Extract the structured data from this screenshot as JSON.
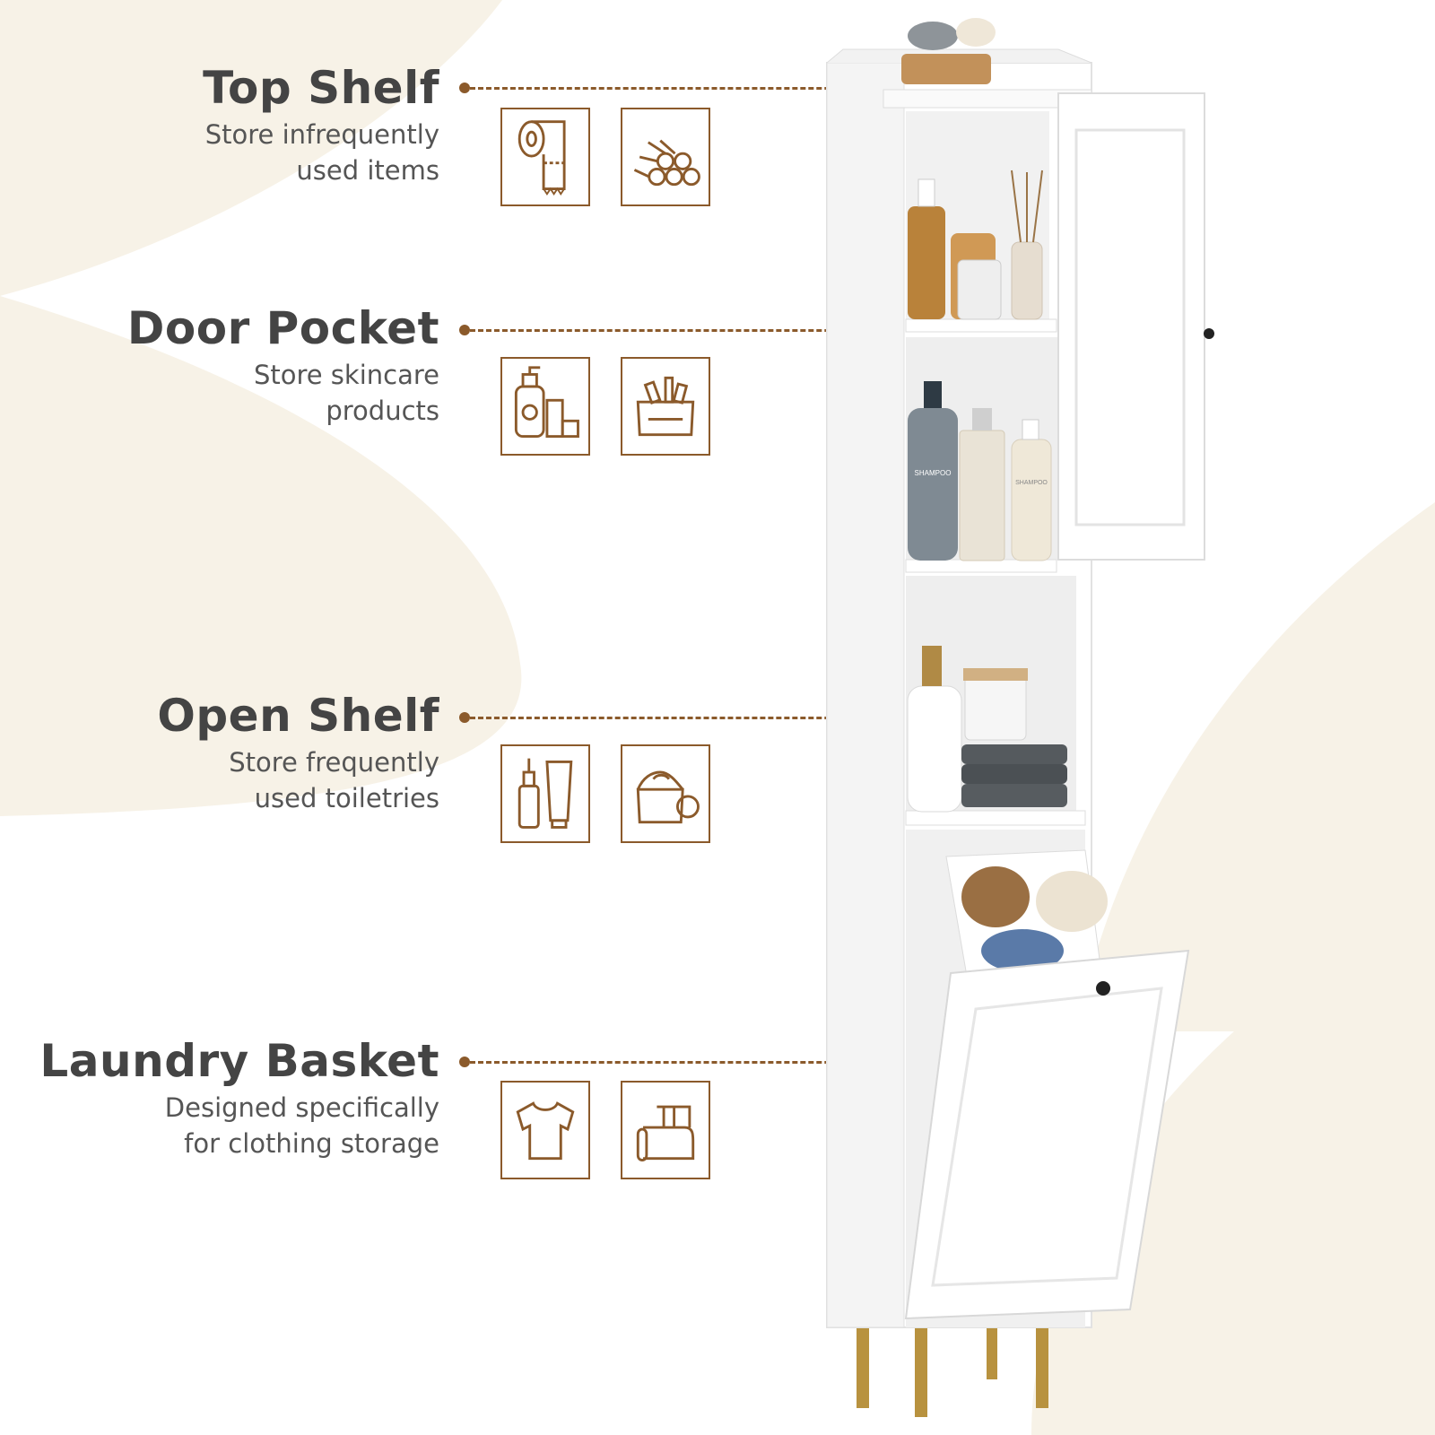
{
  "features": [
    {
      "title": "Top Shelf",
      "desc_lines": [
        "Store infrequently",
        "used items"
      ],
      "icons": [
        "toilet-paper-roll-icon",
        "rolled-towels-icon"
      ]
    },
    {
      "title": "Door Pocket",
      "desc_lines": [
        "Store skincare",
        "products"
      ],
      "icons": [
        "skincare-bottles-icon",
        "cosmetic-bag-icon"
      ]
    },
    {
      "title": "Open Shelf",
      "desc_lines": [
        "Store frequently",
        "used toiletries"
      ],
      "icons": [
        "dropper-tube-icon",
        "cream-jar-icon"
      ]
    },
    {
      "title": "Laundry Basket",
      "desc_lines": [
        "Designed specifically",
        "for clothing storage"
      ],
      "icons": [
        "tshirt-icon",
        "folded-towels-icon"
      ]
    }
  ],
  "product_labels": {
    "shampoo_1": "SHAMPOO",
    "shampoo_2": "SHAMPOO"
  },
  "colors": {
    "accent": "#8b5a2b",
    "title_text": "#444444",
    "desc_text": "#555555",
    "background_cream": "#f7f2e7",
    "cabinet_white": "#ffffff",
    "leg_gold": "#b8923f"
  }
}
